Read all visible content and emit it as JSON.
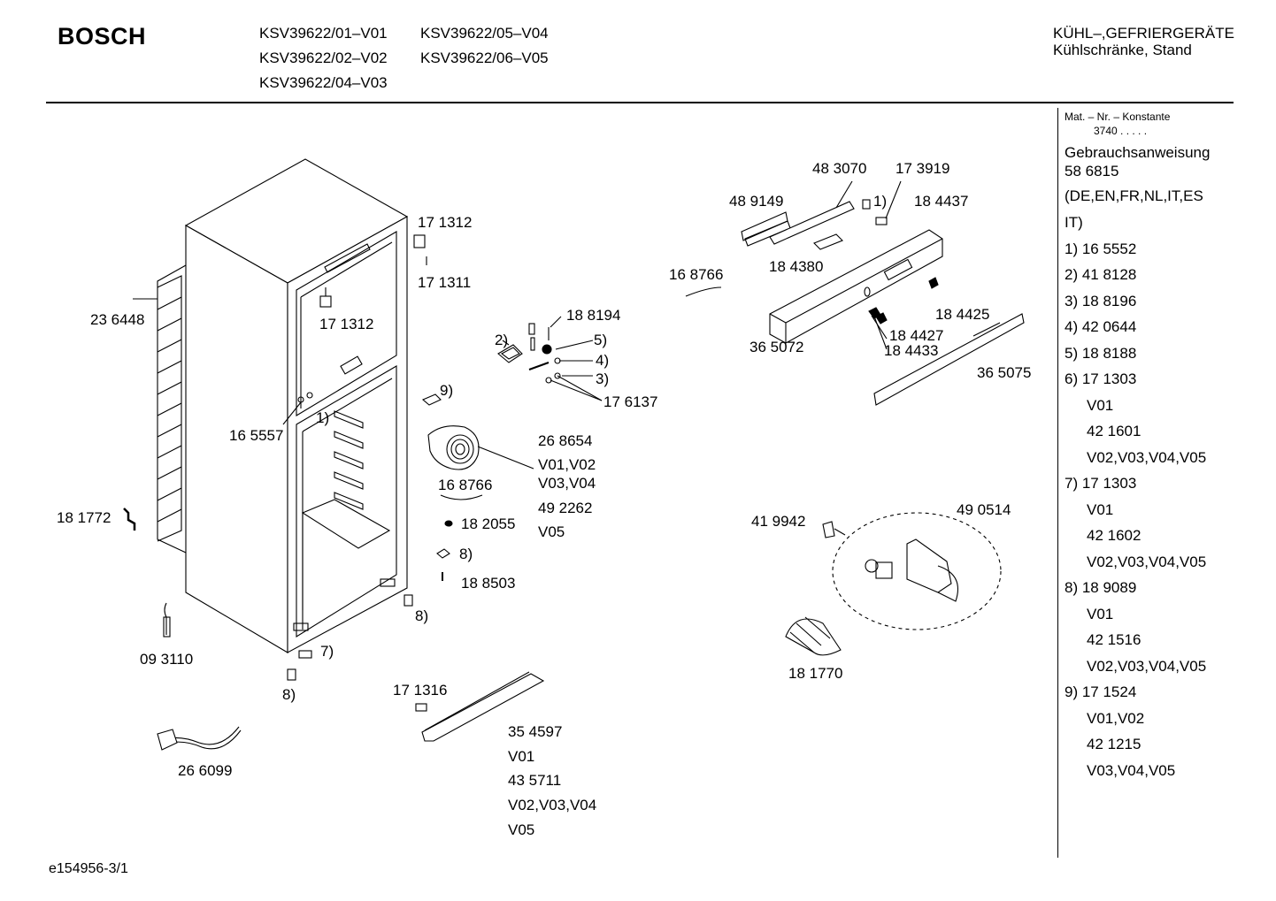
{
  "brand": "BOSCH",
  "models": {
    "col1": [
      "KSV39622/01–V01",
      "KSV39622/02–V02",
      "KSV39622/04–V03"
    ],
    "col2": [
      "KSV39622/05–V04",
      "KSV39622/06–V05"
    ]
  },
  "category": {
    "line1": "KÜHL–,GEFRIERGERÄTE",
    "line2": "Kühlschränke, Stand"
  },
  "sidebar": {
    "mat_label": "Mat. – Nr. – Konstante",
    "mat_value": "3740  .  .  .  .  .",
    "manual_title": "Gebrauchsanweisung",
    "manual_number": "58 6815",
    "languages_1": "(DE,EN,FR,NL,IT,ES",
    "languages_2": "IT)",
    "items": [
      "1) 16 5552",
      "2) 41 8128",
      "3) 18 8196",
      "4) 42 0644",
      "5) 18 8188",
      "6) 17 1303",
      "V01",
      "42 1601",
      "V02,V03,V04,V05",
      "7) 17 1303",
      "V01",
      "42 1602",
      "V02,V03,V04,V05",
      "8) 18 9089",
      "V01",
      "42 1516",
      "V02,V03,V04,V05",
      "9) 17 1524",
      "V01,V02",
      "42 1215",
      "V03,V04,V05"
    ]
  },
  "labels": {
    "p171312a": "17 1312",
    "p171311": "17 1311",
    "p171312b": "17 1312",
    "p236448": "23 6448",
    "p165557": "16 5557",
    "c1a": "1)",
    "p181772": "18 1772",
    "p093110": "09 3110",
    "c7": "7)",
    "c8a": "8)",
    "c8b": "8)",
    "p266099": "26 6099",
    "p171316": "17 1316",
    "p354597": "35 4597",
    "v01a": "V01",
    "p435711": "43 5711",
    "v020304": "V02,V03,V04",
    "v05a": "V05",
    "p188194": "18 8194",
    "c2": "2)",
    "c5": "5)",
    "c4": "4)",
    "c3": "3)",
    "p176137": "17 6137",
    "c9": "9)",
    "p268654": "26 8654",
    "v0102": "V01,V02",
    "v0304": "V03,V04",
    "p492262": "49 2262",
    "v05b": "V05",
    "p168766a": "16 8766",
    "p182055": "18 2055",
    "c8c": "8)",
    "p188503": "18 8503",
    "p168766b": "16 8766",
    "p483070": "48 3070",
    "p173919": "17 3919",
    "p489149": "48 9149",
    "c1b": "1)",
    "p184437": "18 4437",
    "p184380": "18 4380",
    "p184425": "18 4425",
    "p365072": "36 5072",
    "p184427": "18 4427",
    "p184433": "18 4433",
    "p365075": "36 5075",
    "p490514": "49 0514",
    "p419942": "41 9942",
    "p181770": "18 1770"
  },
  "footer": "e154956-3/1"
}
